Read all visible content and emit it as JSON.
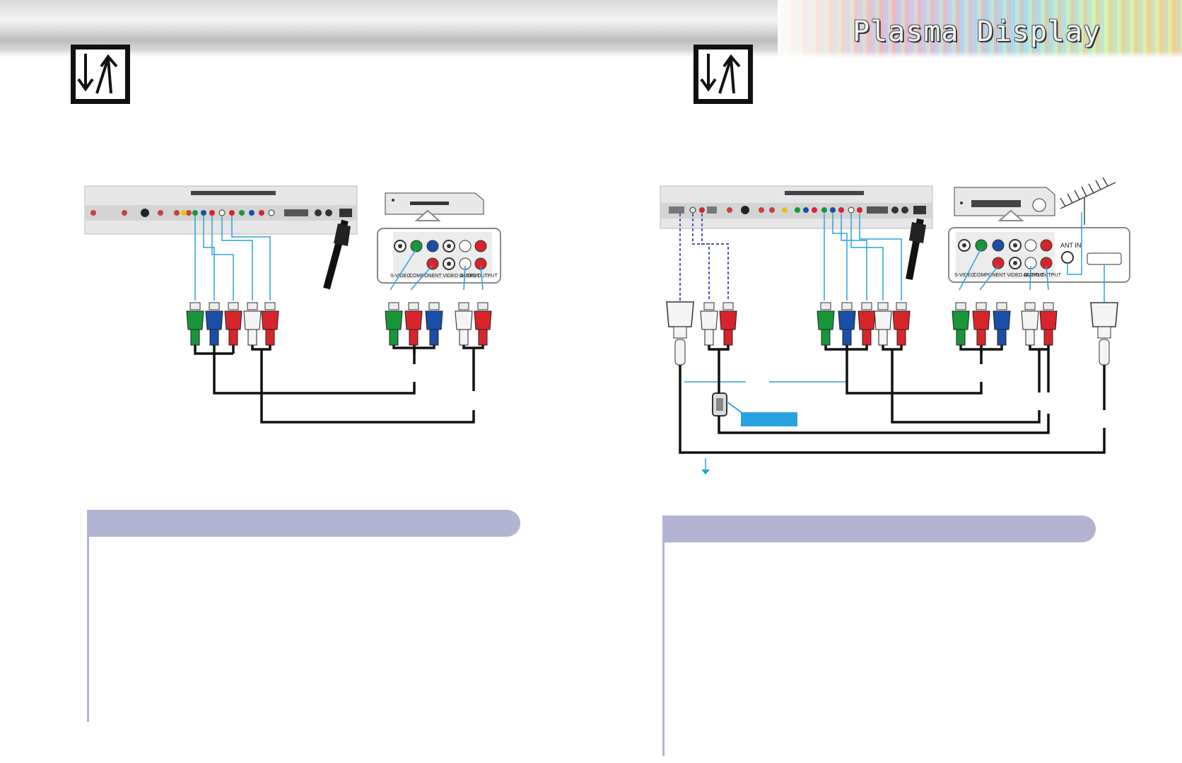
{
  "header": {
    "title": "Plasma Display"
  },
  "left_diagram": {
    "device_jack_labels": [
      "S-VIDEO",
      "COMPONENT VIDEO OUTPUT",
      "AUDIO OUTPUT"
    ]
  },
  "right_diagram": {
    "device_jack_labels": [
      "S-VIDEO",
      "COMPONENT VIDEO OUTPUT",
      "AUDIO OUTPUT"
    ],
    "antenna_input_label": "ANT IN"
  },
  "icons": [
    "connection-arrows-icon",
    "connection-arrows-icon"
  ],
  "colors": {
    "note_header": "#b3b4d4",
    "cable_line": "#29a3e0",
    "rca_green": "#18963a",
    "rca_blue": "#1a4fa8",
    "rca_red": "#d7252b",
    "rca_white": "#f2f2f2"
  }
}
